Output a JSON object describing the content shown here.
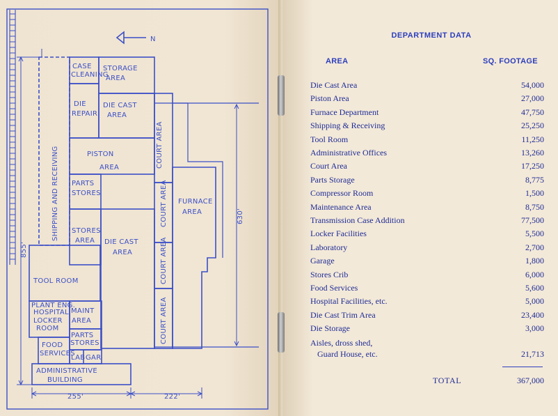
{
  "plan": {
    "north": "N",
    "labels": {
      "case_cleaning_1": "CASE",
      "case_cleaning_2": "CLEANING",
      "storage_1": "STORAGE",
      "storage_2": "AREA",
      "die_repair_1": "DIE",
      "die_repair_2": "REPAIR",
      "die_cast_top_1": "DIE CAST",
      "die_cast_top_2": "AREA",
      "court_1": "COURT AREA",
      "piston_1": "PISTON",
      "piston_2": "AREA",
      "parts_stores_1": "PARTS",
      "parts_stores_2": "STORES",
      "court_2": "COURT AREA",
      "furnace_1": "FURNACE",
      "furnace_2": "AREA",
      "shipping": "SHIPPING AND RECEIVING",
      "stores_1": "STORES",
      "stores_2": "AREA",
      "die_cast_main_1": "DIE CAST",
      "die_cast_main_2": "AREA",
      "court_3": "COURT AREA",
      "tool_room": "TOOL ROOM",
      "plant_eng": "PLANT ENG.",
      "hospital": "HOSPITAL",
      "locker_1": "LOCKER",
      "locker_2": "ROOM",
      "maint_1": "MAINT",
      "maint_2": "AREA",
      "parts2_1": "PARTS",
      "parts2_2": "STORES",
      "court_4": "COURT AREA",
      "food_1": "FOOD",
      "food_2": "SERVICES",
      "lab": "LAB",
      "gar": "GAR",
      "admin_1": "ADMINISTRATIVE",
      "admin_2": "BUILDING",
      "dim_855": "855'",
      "dim_630": "630'",
      "dim_255": "255'",
      "dim_222": "222'"
    }
  },
  "table": {
    "title": "DEPARTMENT DATA",
    "col_area": "AREA",
    "col_sqft": "SQ. FOOTAGE",
    "rows": [
      {
        "name": "Die Cast Area",
        "value": "54,000"
      },
      {
        "name": "Piston Area",
        "value": "27,000"
      },
      {
        "name": "Furnace Department",
        "value": "47,750"
      },
      {
        "name": "Shipping & Receiving",
        "value": "25,250"
      },
      {
        "name": "Tool Room",
        "value": "11,250"
      },
      {
        "name": "Administrative Offices",
        "value": "13,260"
      },
      {
        "name": "Court Area",
        "value": "17,250"
      },
      {
        "name": "Parts Storage",
        "value": "8,775"
      },
      {
        "name": "Compressor Room",
        "value": "1,500"
      },
      {
        "name": "Maintenance Area",
        "value": "8,750"
      },
      {
        "name": "Transmission Case Addition",
        "value": "77,500"
      },
      {
        "name": "Locker Facilities",
        "value": "5,500"
      },
      {
        "name": "Laboratory",
        "value": "2,700"
      },
      {
        "name": "Garage",
        "value": "1,800"
      },
      {
        "name": "Stores Crib",
        "value": "6,000"
      },
      {
        "name": "Food Services",
        "value": "5,600"
      },
      {
        "name": "Hospital Facilities, etc.",
        "value": "5,000"
      },
      {
        "name": "Die Cast Trim Area",
        "value": "23,400"
      },
      {
        "name": "Die Storage",
        "value": "3,000"
      }
    ],
    "last_row_line1": "Aisles, dross shed,",
    "last_row_line2": "Guard House, etc.",
    "last_row_value": "21,713",
    "total_label": "TOTAL",
    "total_value": "367,000"
  },
  "colors": {
    "ink": "#3b4fc7",
    "paper": "#f1e6d4"
  }
}
